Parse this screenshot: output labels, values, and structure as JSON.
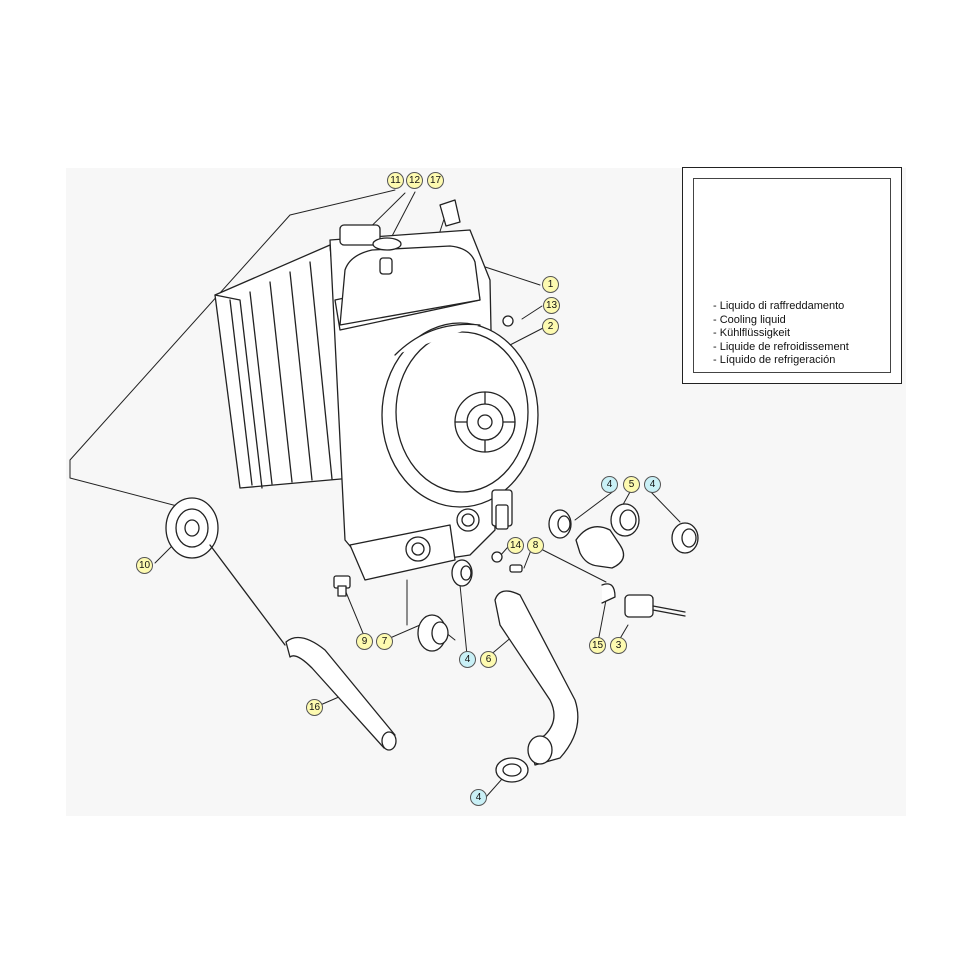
{
  "legend": {
    "lines": [
      "Liquido di raffreddamento",
      "Cooling liquid",
      "Kühlflüssigkeit",
      "Liquide de refroidissement",
      "Líquido de refrigeración"
    ]
  },
  "callouts": [
    {
      "id": "c11",
      "label": "11",
      "color": "yellow"
    },
    {
      "id": "c12",
      "label": "12",
      "color": "yellow"
    },
    {
      "id": "c17",
      "label": "17",
      "color": "yellow"
    },
    {
      "id": "c1",
      "label": "1",
      "color": "yellow"
    },
    {
      "id": "c13",
      "label": "13",
      "color": "yellow"
    },
    {
      "id": "c2",
      "label": "2",
      "color": "yellow"
    },
    {
      "id": "c4a",
      "label": "4",
      "color": "cyan"
    },
    {
      "id": "c5",
      "label": "5",
      "color": "yellow"
    },
    {
      "id": "c4b",
      "label": "4",
      "color": "cyan"
    },
    {
      "id": "c14",
      "label": "14",
      "color": "yellow"
    },
    {
      "id": "c8",
      "label": "8",
      "color": "yellow"
    },
    {
      "id": "c10",
      "label": "10",
      "color": "yellow"
    },
    {
      "id": "c9",
      "label": "9",
      "color": "yellow"
    },
    {
      "id": "c7",
      "label": "7",
      "color": "yellow"
    },
    {
      "id": "c4c",
      "label": "4",
      "color": "cyan"
    },
    {
      "id": "c6",
      "label": "6",
      "color": "yellow"
    },
    {
      "id": "c15",
      "label": "15",
      "color": "yellow"
    },
    {
      "id": "c3",
      "label": "3",
      "color": "yellow"
    },
    {
      "id": "c16",
      "label": "16",
      "color": "yellow"
    },
    {
      "id": "c4d",
      "label": "4",
      "color": "cyan"
    }
  ],
  "colors": {
    "yellow": "#fdfab0",
    "cyan": "#c9f0f6",
    "line": "#222222"
  }
}
